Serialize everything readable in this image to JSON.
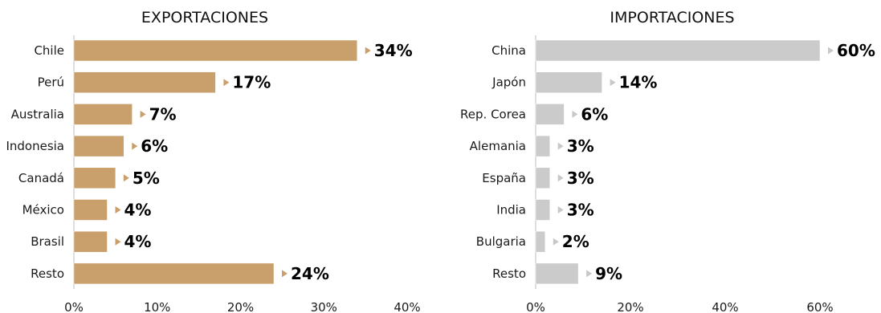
{
  "chart_data": [
    {
      "type": "bar",
      "orientation": "horizontal",
      "title": "EXPORTACIONES",
      "categories": [
        "Chile",
        "Perú",
        "Australia",
        "Indonesia",
        "Canadá",
        "México",
        "Brasil",
        "Resto"
      ],
      "values": [
        34,
        17,
        7,
        6,
        5,
        4,
        4,
        24
      ],
      "value_labels": [
        "34%",
        "17%",
        "7%",
        "6%",
        "5%",
        "4%",
        "4%",
        "24%"
      ],
      "xlim": [
        0,
        40
      ],
      "xticks": [
        "0%",
        "10%",
        "20%",
        "30%",
        "40%"
      ],
      "grid": false,
      "bar_color": "#c9a06b",
      "marker_color": "#c9a06b"
    },
    {
      "type": "bar",
      "orientation": "horizontal",
      "title": "IMPORTACIONES",
      "categories": [
        "China",
        "Japón",
        "Rep. Corea",
        "Alemania",
        "España",
        "India",
        "Bulgaria",
        "Resto"
      ],
      "values": [
        60,
        14,
        6,
        3,
        3,
        3,
        2,
        9
      ],
      "value_labels": [
        "60%",
        "14%",
        "6%",
        "3%",
        "3%",
        "3%",
        "2%",
        "9%"
      ],
      "xlim": [
        0,
        70
      ],
      "xticks": [
        "0%",
        "20%",
        "40%",
        "60%"
      ],
      "grid": false,
      "bar_color": "#cbcbcb",
      "marker_color": "#c8c8c8"
    }
  ]
}
